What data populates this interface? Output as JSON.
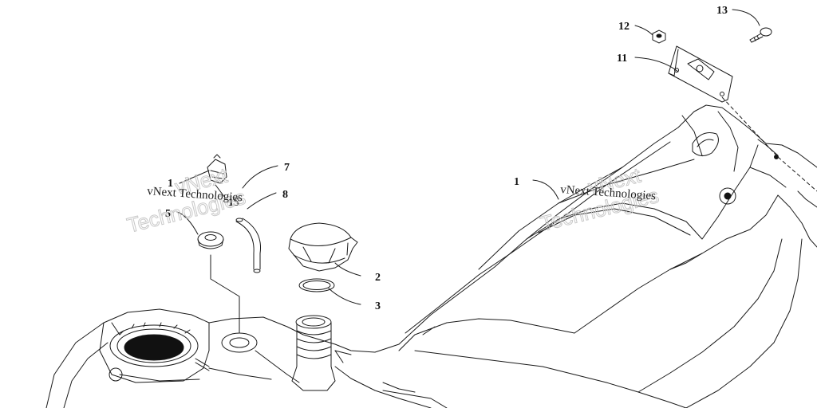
{
  "callouts": {
    "c1_left": "1",
    "c1_right": "1",
    "c2": "2",
    "c3": "3",
    "c5": "5",
    "c7": "7",
    "c8": "8",
    "c11": "11",
    "c12": "12",
    "c13": "13",
    "c15": "15"
  },
  "watermark": {
    "line1": "vNext Technologies",
    "line2": "vNext",
    "line3": "Technologies"
  },
  "colors": {
    "line": "#1a1a1a",
    "watermark_dark": "#222222",
    "watermark_light": "#c8c8c8"
  }
}
